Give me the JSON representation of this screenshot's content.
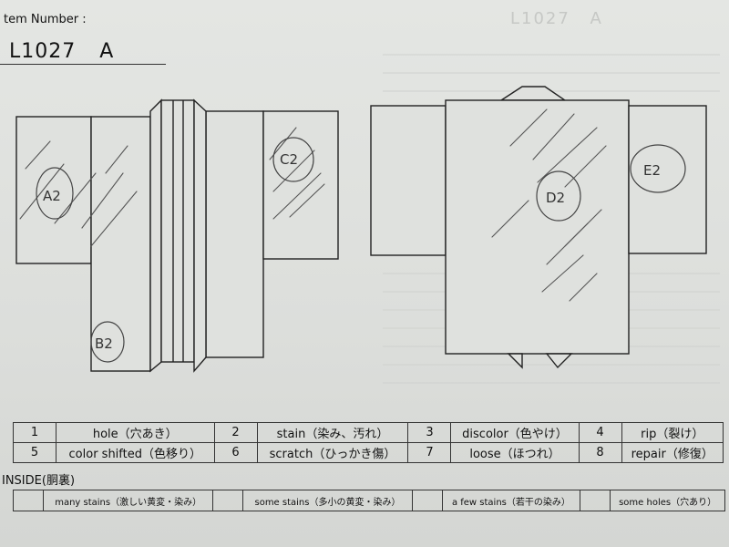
{
  "header": {
    "item_label": "tem Number :",
    "item_number": "L1027 A",
    "ghost_text": "L1027 A"
  },
  "diagram_marks": {
    "front_sleeve_left": "A2",
    "front_sleeve_right": "C2",
    "front_body_bottom": "B2",
    "back_body": "D2",
    "back_sleeve_right": "E2"
  },
  "defect_legend": [
    [
      {
        "num": "1",
        "label": "hole（穴あき）"
      },
      {
        "num": "2",
        "label": "stain（染み、汚れ）"
      },
      {
        "num": "3",
        "label": "discolor（色やけ）"
      },
      {
        "num": "4",
        "label": "rip（裂け）"
      }
    ],
    [
      {
        "num": "5",
        "label": "color shifted（色移り）"
      },
      {
        "num": "6",
        "label": "scratch（ひっかき傷）"
      },
      {
        "num": "7",
        "label": "loose（ほつれ）"
      },
      {
        "num": "8",
        "label": "repair（修復）"
      }
    ]
  ],
  "inside": {
    "label": "INSIDE(胴裏)",
    "cells": [
      "many stains（激しい黄変・染み）",
      "some stains（多小の黄変・染み）",
      "a few stains（若干の染み）",
      "some holes（穴あり）"
    ]
  }
}
